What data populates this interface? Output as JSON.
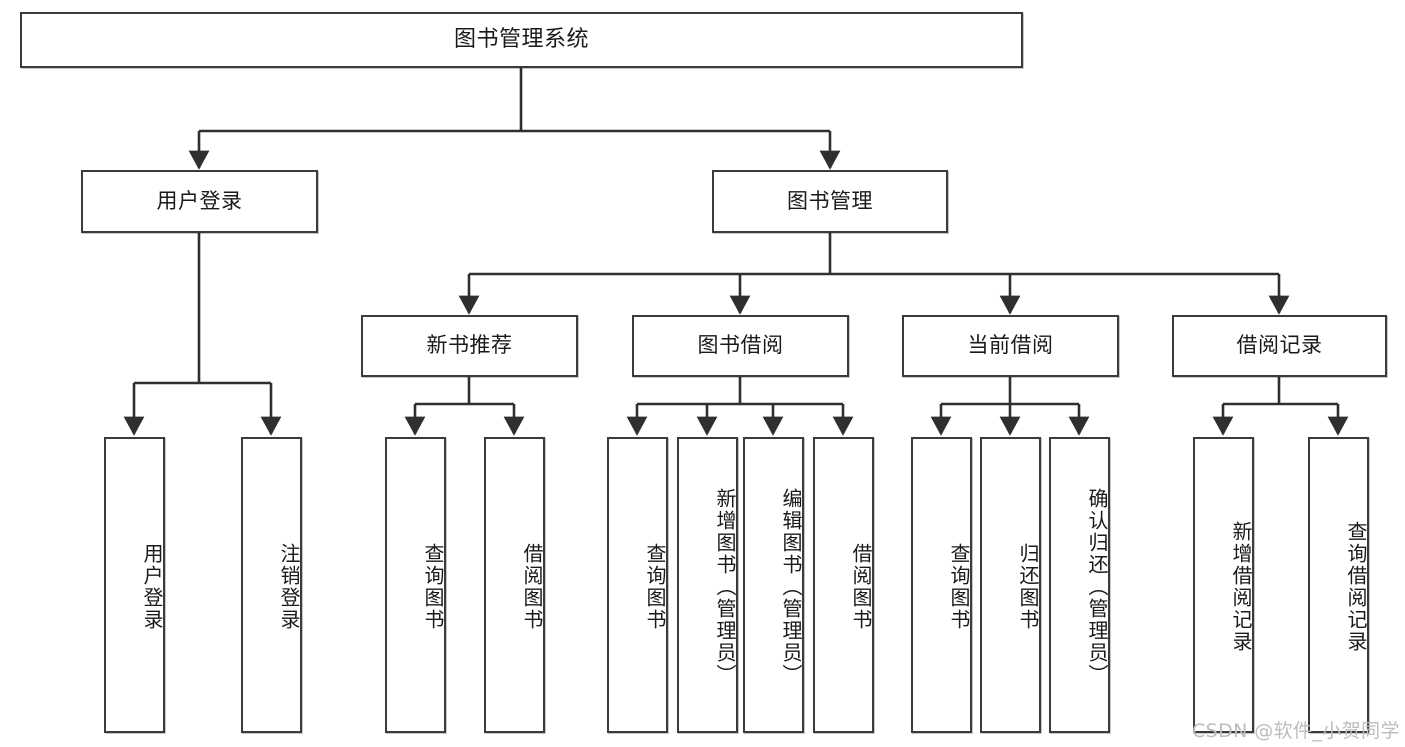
{
  "diagram": {
    "title": "图书管理系统",
    "type": "tree",
    "orientation": "top-down",
    "colors": {
      "node_border": "#3b3b3b",
      "node_fill": "#ffffff",
      "edge": "#2f2f2f",
      "text": "#1a1a1a",
      "watermark": "#bdbdbd",
      "background": "#ffffff"
    },
    "root": {
      "label": "图书管理系统"
    },
    "level2": [
      {
        "label": "用户登录"
      },
      {
        "label": "图书管理"
      }
    ],
    "level3": [
      {
        "label": "新书推荐"
      },
      {
        "label": "图书借阅"
      },
      {
        "label": "当前借阅"
      },
      {
        "label": "借阅记录"
      }
    ],
    "leaves": {
      "user_login": [
        {
          "label": "用户登录"
        },
        {
          "label": "注销登录"
        }
      ],
      "new_book_recommend": [
        {
          "label": "查询图书"
        },
        {
          "label": "借阅图书"
        }
      ],
      "book_borrow": [
        {
          "label": "查询图书"
        },
        {
          "label": "新增图书（管理员）"
        },
        {
          "label": "编辑图书（管理员）"
        },
        {
          "label": "借阅图书"
        }
      ],
      "current_borrow": [
        {
          "label": "查询图书"
        },
        {
          "label": "归还图书"
        },
        {
          "label": "确认归还（管理员）"
        }
      ],
      "borrow_record": [
        {
          "label": "新增借阅记录"
        },
        {
          "label": "查询借阅记录"
        }
      ]
    }
  },
  "watermark": {
    "text": "CSDN @软件_小贺同学"
  }
}
